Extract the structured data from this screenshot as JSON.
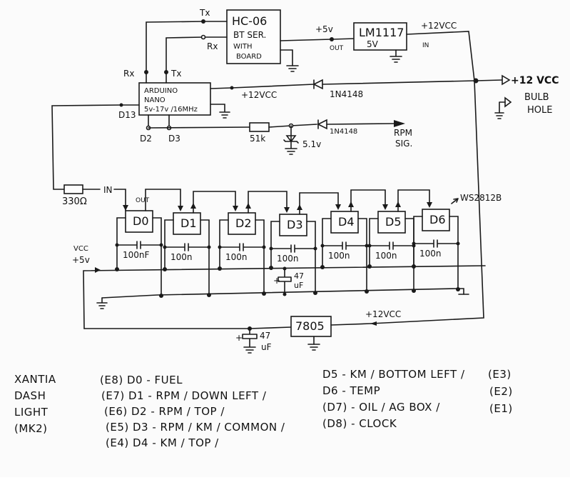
{
  "title": {
    "lines": [
      "XANTIA",
      "DASH",
      "LIGHT",
      "(MK2)"
    ]
  },
  "components": {
    "bt_module": {
      "lines": [
        "HC-06",
        "BT SER.",
        "WITH",
        "BOARD"
      ],
      "tx": "Tx",
      "rx": "Rx"
    },
    "regulator_lm": {
      "lines": [
        "LM1117",
        "5V"
      ],
      "out": "OUT",
      "in": "IN",
      "vout": "+5v",
      "vin": "+12VCC"
    },
    "arduino": {
      "lines": [
        "ARDUINO",
        "NANO",
        "5v-17v /16MHz"
      ],
      "rx": "Rx",
      "tx": "Tx",
      "d13": "D13",
      "d2": "D2",
      "d3": "D3"
    },
    "diode_power": {
      "label": "1N4148",
      "net": "+12VCC"
    },
    "power_input": {
      "label": "+12 VCC"
    },
    "bulb_hole": {
      "label_lines": [
        "BULB",
        "HOLE"
      ]
    },
    "resistor_51k": {
      "label": "51k"
    },
    "zener": {
      "label": "5.1v"
    },
    "diode_rpm": {
      "label": "1N4148"
    },
    "rpm_signal": {
      "label_lines": [
        "RPM",
        "SIG."
      ]
    },
    "resistor_330": {
      "label": "330Ω"
    },
    "led_chain": {
      "in_label": "IN",
      "out_label": "OUT",
      "type_label": "WS2812B",
      "vcc_label_lines": [
        "VCC",
        "+5v"
      ],
      "leds": [
        {
          "name": "D0",
          "cap": "100nF"
        },
        {
          "name": "D1",
          "cap": "100n"
        },
        {
          "name": "D2",
          "cap": "100n"
        },
        {
          "name": "D3",
          "cap": "100n"
        },
        {
          "name": "D4",
          "cap": "100n"
        },
        {
          "name": "D5",
          "cap": "100n"
        },
        {
          "name": "D6",
          "cap": "100n"
        }
      ]
    },
    "bulk_cap_chain": {
      "label_lines": [
        "47",
        "uF"
      ],
      "plus": "+"
    },
    "regulator_7805": {
      "label": "7805",
      "vin": "+12VCC"
    },
    "bulk_cap_reg": {
      "label_lines": [
        "47",
        "uF"
      ],
      "plus": "+"
    }
  },
  "legend": {
    "left": [
      "(E8)  D0 - FUEL",
      "(E7)  D1 - RPM / DOWN LEFT /",
      "(E6)  D2 - RPM / TOP /",
      "(E5)  D3 - RPM / KM / COMMON /",
      "(E4)  D4 - KM / TOP /"
    ],
    "right": [
      "D5 - KM / BOTTOM LEFT /",
      "D6 - TEMP",
      "(D7) - OIL / AG BOX /",
      "(D8) - CLOCK"
    ],
    "codes": [
      "(E3)",
      "(E2)",
      "(E1)"
    ]
  }
}
